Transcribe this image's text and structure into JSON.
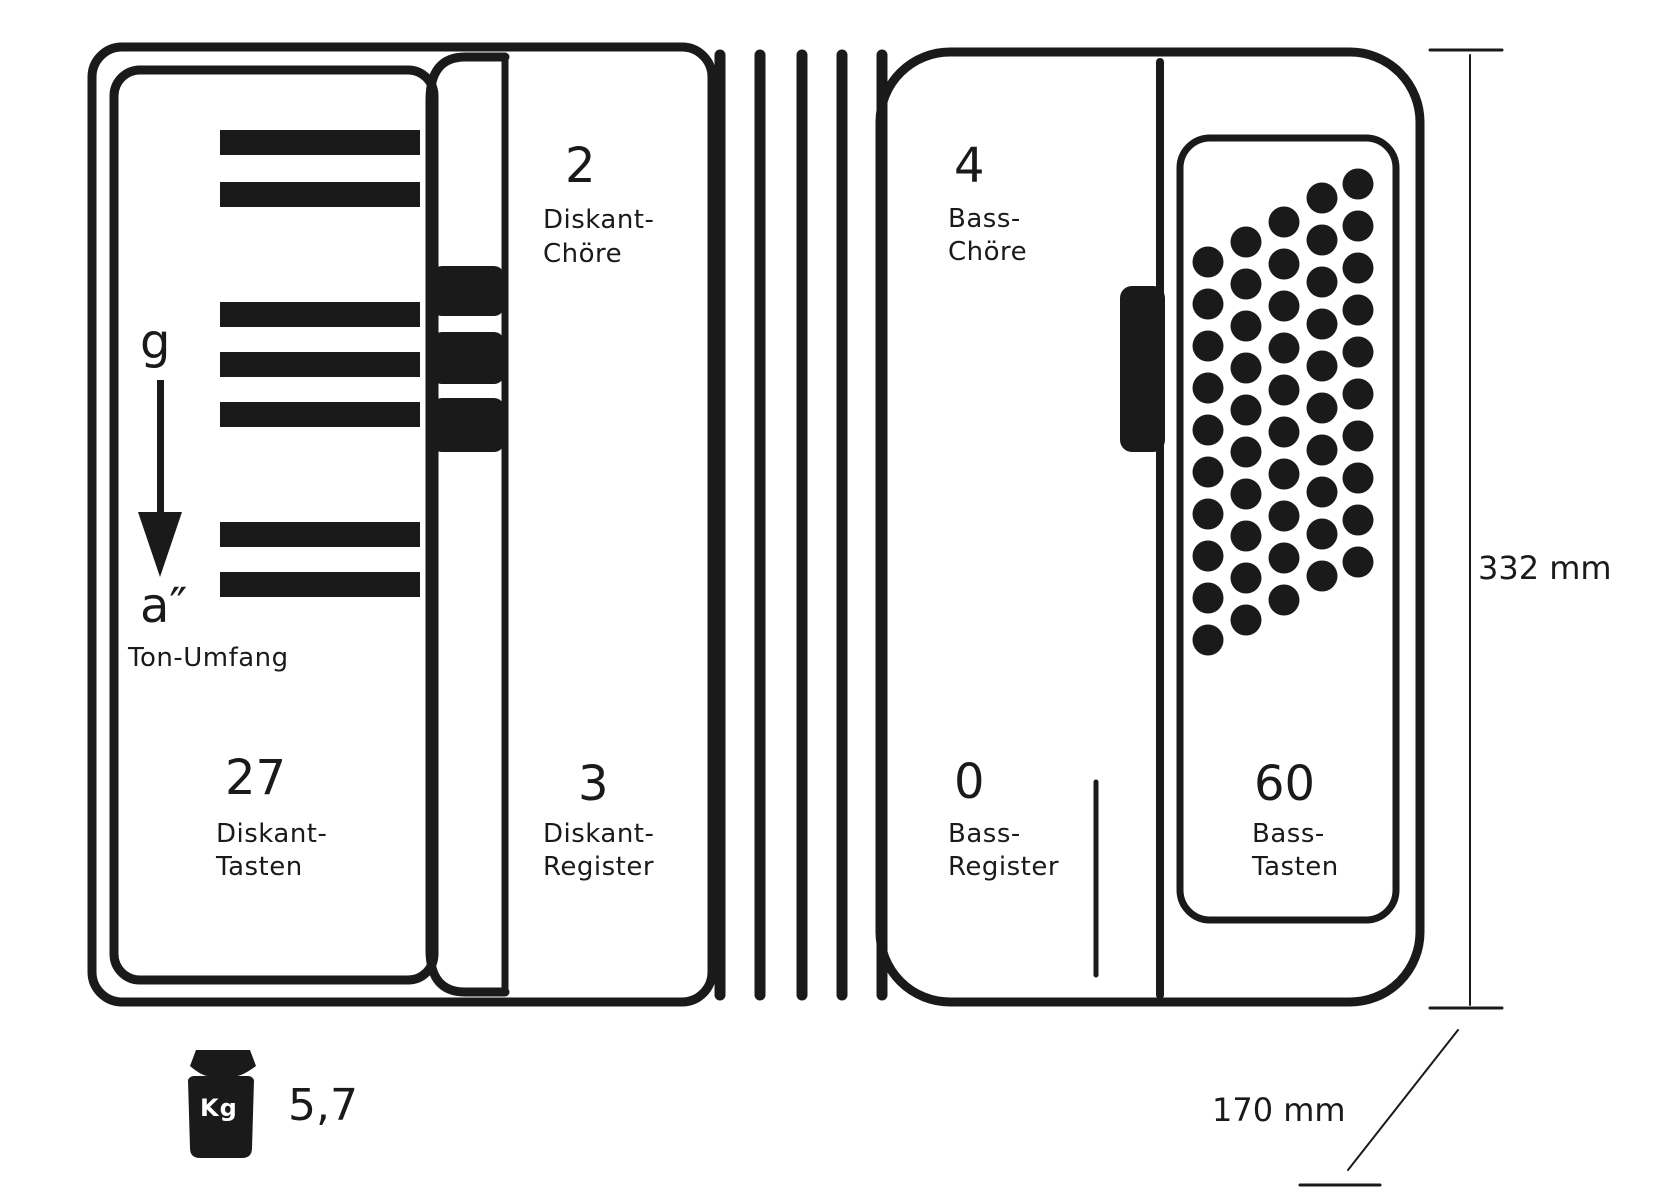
{
  "diagram": {
    "range": {
      "high": "g",
      "low": "a″",
      "label": "Ton-Umfang"
    },
    "treble_keys": {
      "value": "27",
      "label_line1": "Diskant-",
      "label_line2": "Tasten"
    },
    "treble_choirs": {
      "value": "2",
      "label_line1": "Diskant-",
      "label_line2": "Chöre"
    },
    "treble_registers": {
      "value": "3",
      "label_line1": "Diskant-",
      "label_line2": "Register"
    },
    "bass_choirs": {
      "value": "4",
      "label_line1": "Bass-",
      "label_line2": "Chöre"
    },
    "bass_registers": {
      "value": "0",
      "label_line1": "Bass-",
      "label_line2": "Register"
    },
    "bass_keys": {
      "value": "60",
      "label_line1": "Bass-",
      "label_line2": "Tasten"
    },
    "height": "332 mm",
    "depth": "170 mm",
    "weight": {
      "icon": "weight-kg-icon",
      "icon_text": "Kg",
      "value": "5,7"
    },
    "color": "#1a1a1a"
  }
}
